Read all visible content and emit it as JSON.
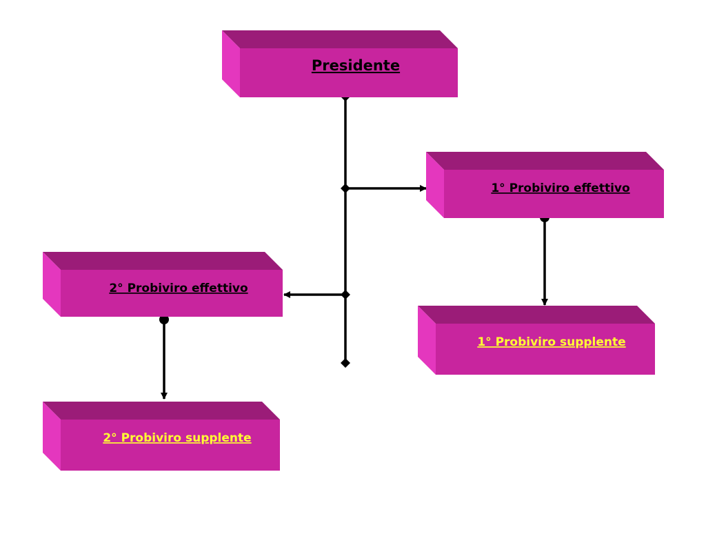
{
  "diagram": {
    "colors": {
      "box_front": "#C8259E",
      "box_top": "#9B1C78",
      "box_side": "#E437BE",
      "connector": "#000000",
      "label_dark": "#000000",
      "label_highlight": "#FFFF33"
    },
    "nodes": {
      "presidente": {
        "label": "Presidente"
      },
      "probiviro_effettivo_1": {
        "label": "1° Probiviro effettivo"
      },
      "probiviro_supplente_1": {
        "label": "1° Probiviro supplente"
      },
      "probiviro_effettivo_2": {
        "label": "2° Probiviro effettivo"
      },
      "probiviro_supplente_2": {
        "label": "2° Probiviro supplente"
      }
    }
  }
}
